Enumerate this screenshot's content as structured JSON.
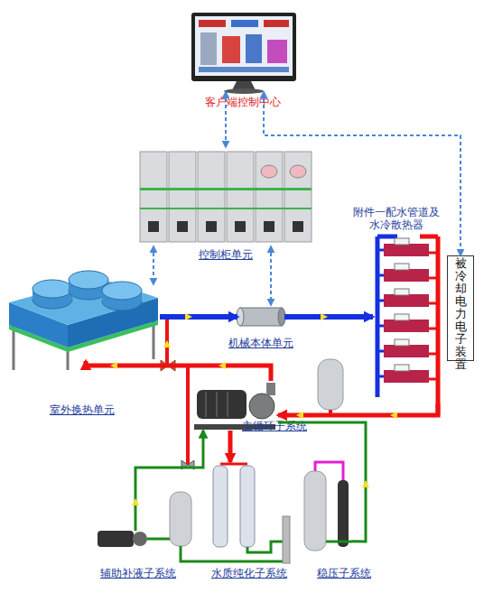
{
  "diagram": {
    "nodes": [
      {
        "text": [
          "客户端控制中心"
        ]
      },
      {
        "text": [
          "控制柜单元"
        ]
      },
      {
        "text": [
          "附件一配水管道及水冷散热器"
        ]
      },
      {
        "text": [
          "被冷却电力电子装置"
        ]
      },
      {
        "text": [
          "室外换热单元"
        ]
      },
      {
        "text": [
          "机械本体单元"
        ]
      },
      {
        "text": [
          "主循环子系统"
        ]
      },
      {
        "text": [
          "辅助补液子系统"
        ]
      },
      {
        "text": [
          "水质纯化子系统"
        ]
      },
      {
        "text": [
          "稳压子系统"
        ]
      }
    ],
    "edges": [
      {
        "from": 0,
        "to": 1,
        "arrow": "both"
      },
      {
        "from": 0,
        "to": 3,
        "arrow": "both"
      },
      {
        "from": 1,
        "to": 4,
        "arrow": "both"
      },
      {
        "from": 1,
        "to": 5,
        "arrow": "both"
      },
      {
        "from": 4,
        "to": 5,
        "arrow": "to"
      },
      {
        "from": 5,
        "to": 2,
        "arrow": "to"
      },
      {
        "from": 2,
        "to": 6,
        "arrow": "to"
      },
      {
        "from": 6,
        "to": 4,
        "arrow": "to"
      },
      {
        "from": 7,
        "to": 6,
        "arrow": "to"
      },
      {
        "from": 6,
        "to": 8,
        "arrow": "to"
      },
      {
        "from": 9,
        "to": 6,
        "arrow": "none"
      }
    ]
  }
}
